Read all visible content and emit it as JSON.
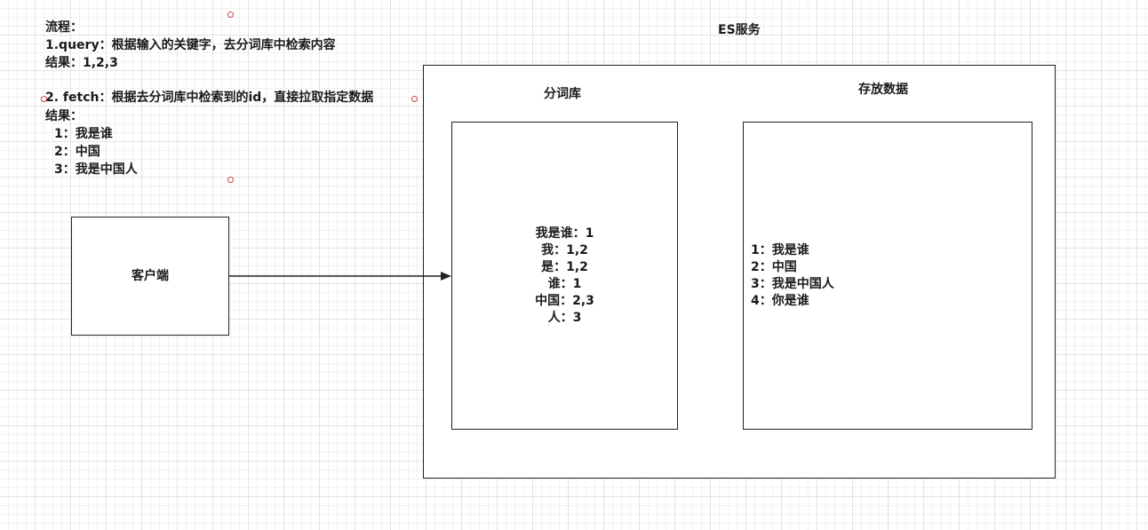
{
  "notes": {
    "line1": "流程：",
    "line2": "1.query：根据输入的关键字，去分词库中检索内容",
    "line3": "结果：1,2,3",
    "line4": "2. fetch：根据去分词库中检索到的id，直接拉取指定数据",
    "line5": "结果：",
    "result_items": [
      "1：我是谁",
      "2：中国",
      "3：我是中国人"
    ]
  },
  "client_box": {
    "label": "客户端"
  },
  "es_service": {
    "title": "ES服务",
    "tokenizer": {
      "title": "分词库",
      "entries": [
        "我是谁：1",
        "我：1,2",
        "是：1,2",
        "谁：1",
        "中国：2,3",
        "人：3"
      ]
    },
    "storage": {
      "title": "存放数据",
      "entries": [
        "1：我是谁",
        "2：中国",
        "3：我是中国人",
        "4：你是谁"
      ]
    }
  },
  "colors": {
    "stroke": "#222222",
    "handle": "#d04040",
    "grid": "#e2e2e2"
  }
}
